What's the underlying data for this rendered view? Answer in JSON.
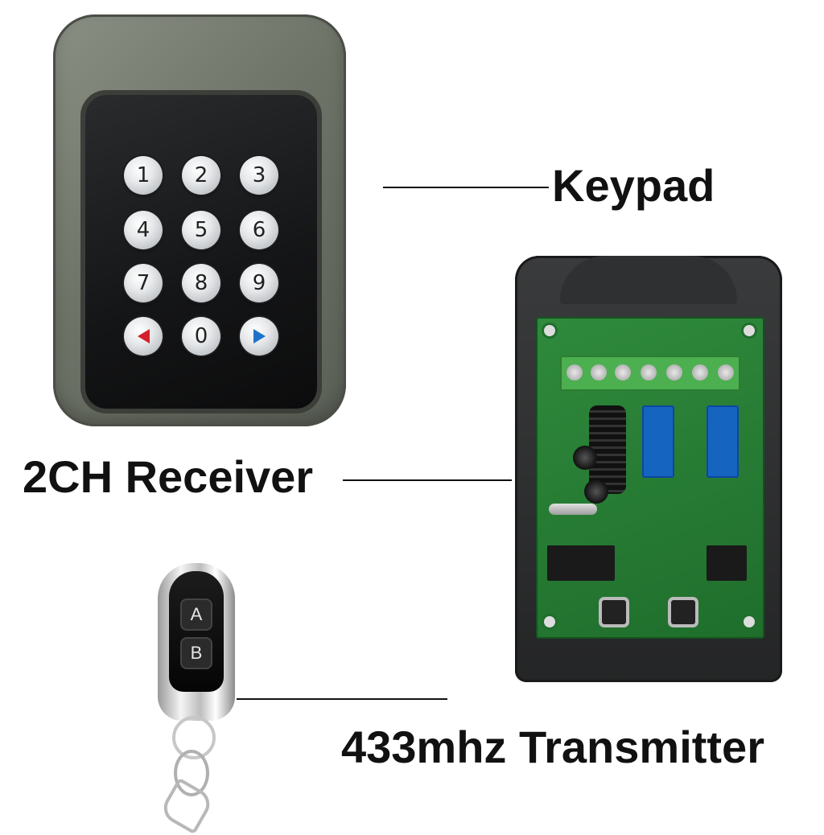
{
  "labels": {
    "keypad": "Keypad",
    "receiver": "2CH Receiver",
    "transmitter": "433mhz Transmitter"
  },
  "keypad": {
    "keys": [
      "1",
      "2",
      "3",
      "4",
      "5",
      "6",
      "7",
      "8",
      "9",
      "◄",
      "0",
      "►"
    ],
    "arrow_colors": {
      "left": "#d3202a",
      "right": "#1e73c9"
    }
  },
  "transmitter": {
    "buttons": [
      "A",
      "B"
    ]
  }
}
